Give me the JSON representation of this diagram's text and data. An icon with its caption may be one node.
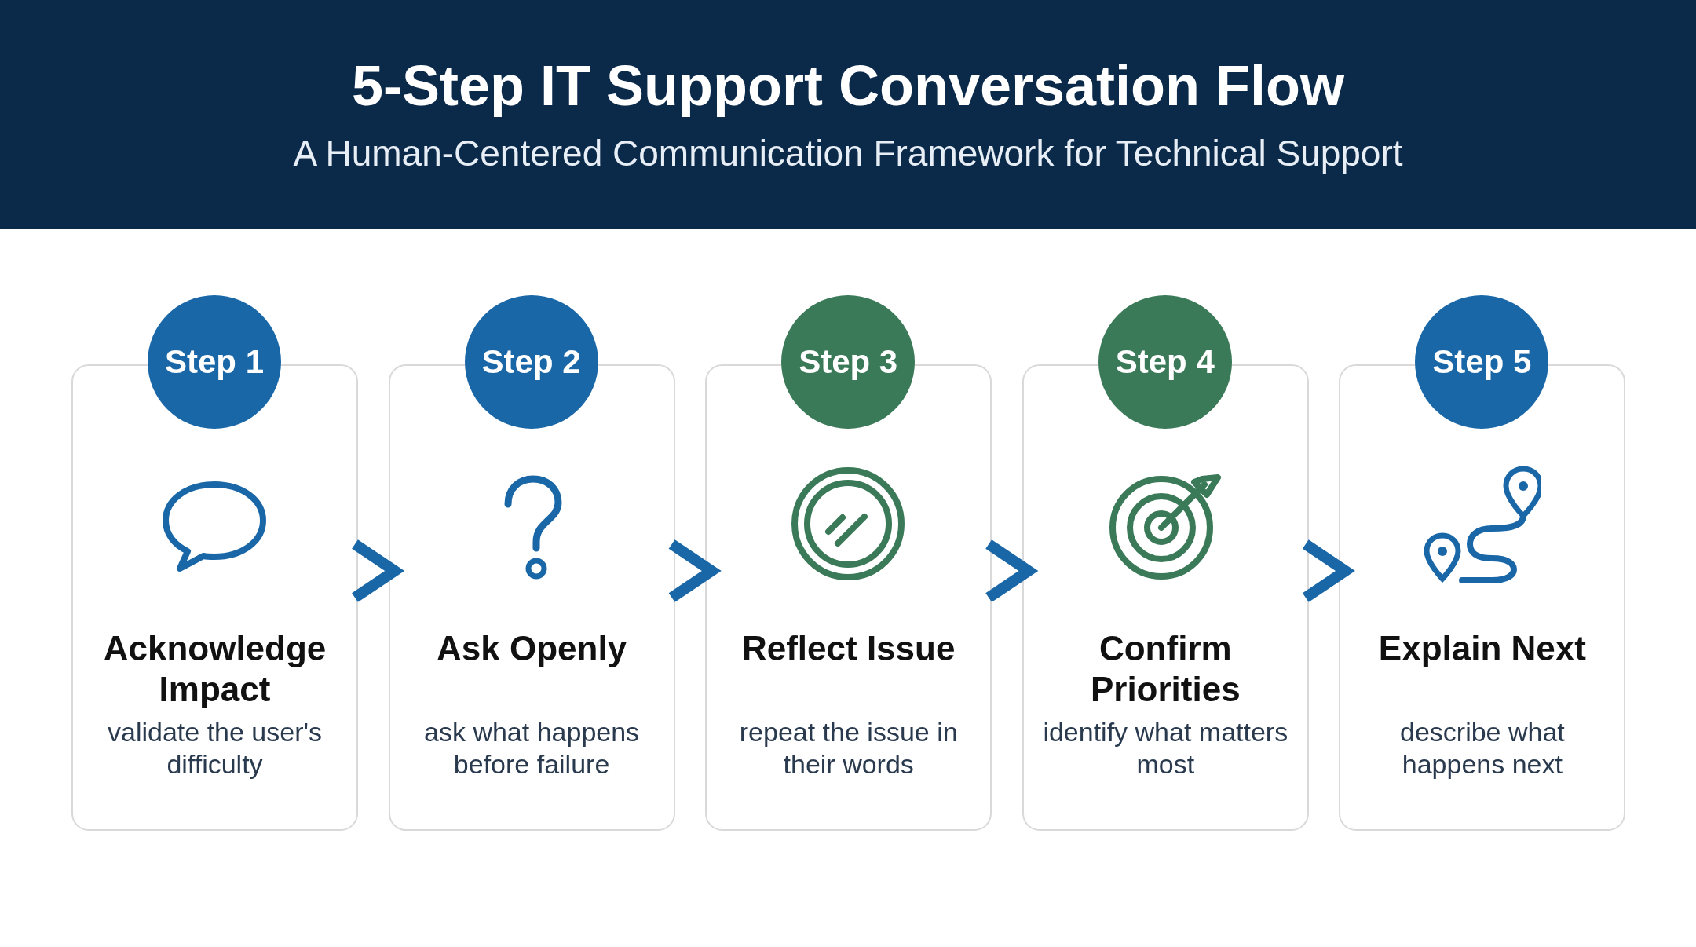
{
  "diagram": {
    "title": "5-Step IT Support Conversation Flow",
    "caption": "A Human-Centered Communication Framework for Technical Support",
    "nodes": [
      {
        "text": [
          "Step 1",
          "Acknowledge Impact",
          "validate the user's difficulty"
        ]
      },
      {
        "text": [
          "Step 2",
          "Ask Openly",
          "ask what happens before failure"
        ]
      },
      {
        "text": [
          "Step 3",
          "Reflect Issue",
          "repeat the issue in their words"
        ]
      },
      {
        "text": [
          "Step 4",
          "Confirm Priorities",
          "identify what matters most"
        ]
      },
      {
        "text": [
          "Step 5",
          "Explain Next",
          "describe what happens next"
        ]
      }
    ],
    "edges": [
      {
        "from": 0,
        "to": 1,
        "arrow": "to"
      },
      {
        "from": 1,
        "to": 2,
        "arrow": "to"
      },
      {
        "from": 2,
        "to": 3,
        "arrow": "to"
      },
      {
        "from": 3,
        "to": 4,
        "arrow": "to"
      }
    ]
  }
}
